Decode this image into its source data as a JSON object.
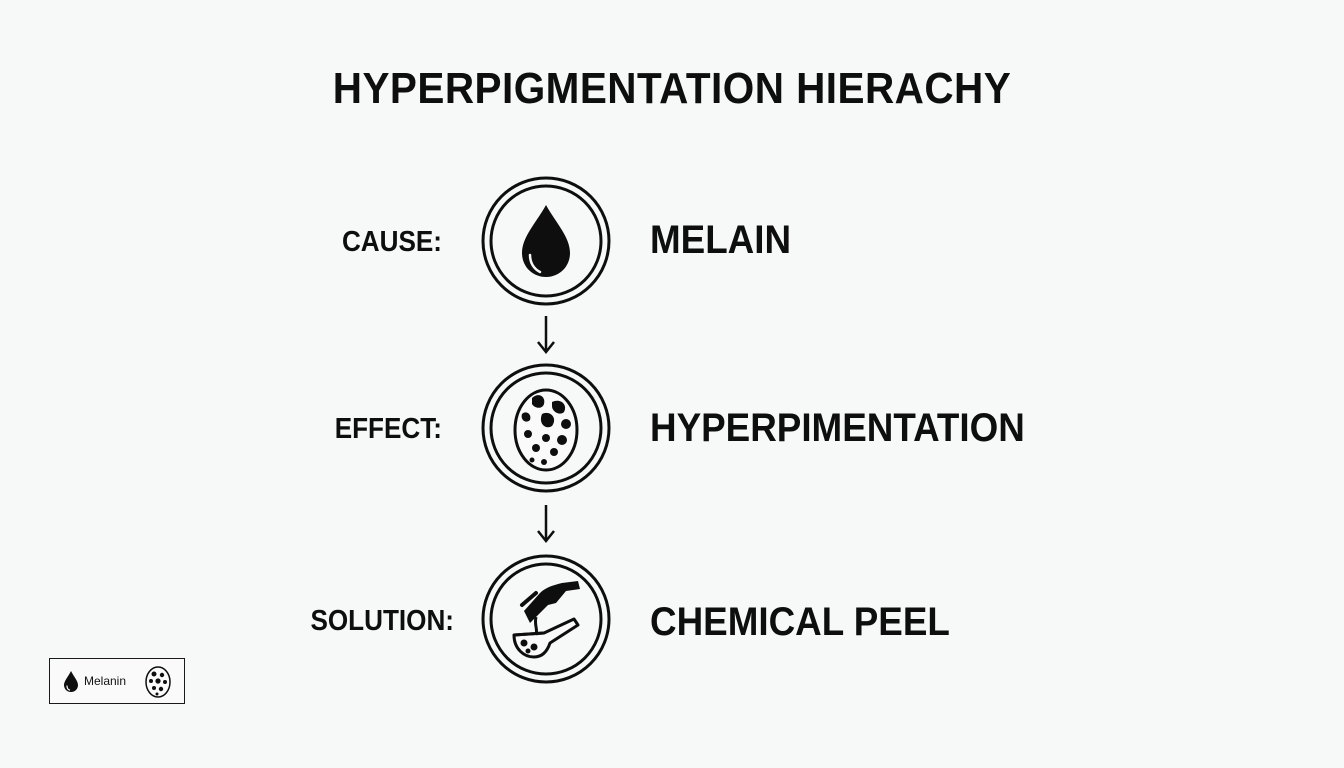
{
  "title": "HYPERPIGMENTATION HIERACHY",
  "rows": [
    {
      "label": "CAUSE:",
      "value": "MELAIN",
      "icon": "droplet-icon"
    },
    {
      "label": "EFFECT:",
      "value": "HYPERPIMENTATION",
      "icon": "spotted-skin-icon"
    },
    {
      "label": "SOLUTION:",
      "value": "CHEMICAL PEEL",
      "icon": "hand-applying-peel-icon"
    }
  ],
  "legend": {
    "items": [
      {
        "label": "Melanin",
        "icon": "droplet-icon"
      },
      {
        "label": "",
        "icon": "spotted-skin-icon"
      }
    ]
  },
  "colors": {
    "ink": "#0e0e0e",
    "background": "#f7f8f8"
  }
}
